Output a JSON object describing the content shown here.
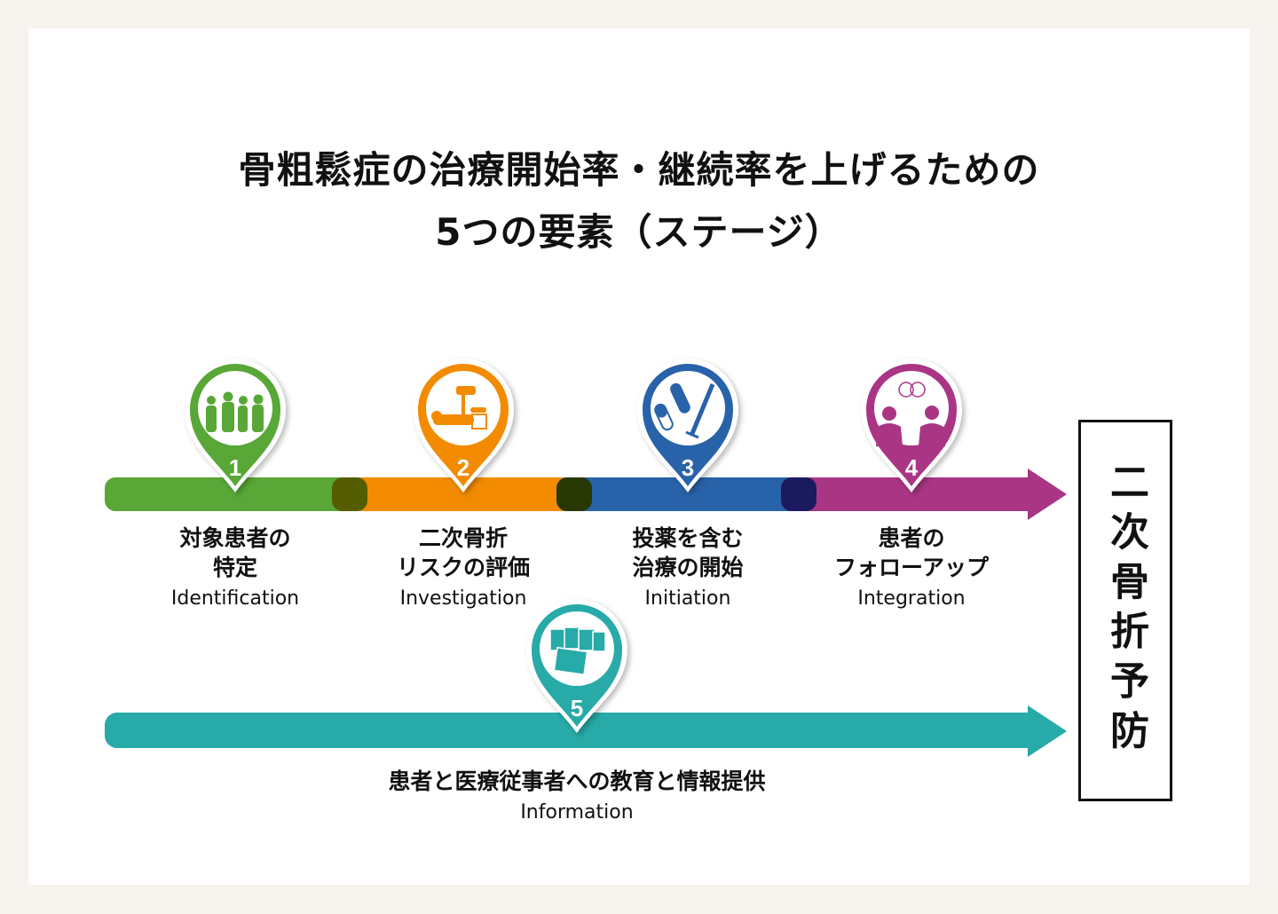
{
  "title": {
    "line1": "骨粗鬆症の治療開始率・継続率を上げるための",
    "line2": "5つの要素（ステージ）"
  },
  "colors": {
    "green": "#58a737",
    "orange": "#f28b00",
    "blue": "#2862a9",
    "magenta": "#a93584",
    "teal": "#27aaa8"
  },
  "stages": [
    {
      "number": "1",
      "jp1": "対象患者の",
      "jp2": "特定",
      "en": "Identification",
      "icon": "people-icon"
    },
    {
      "number": "2",
      "jp1": "二次骨折",
      "jp2": "リスクの評価",
      "en": "Investigation",
      "icon": "xray-scan-icon"
    },
    {
      "number": "3",
      "jp1": "投薬を含む",
      "jp2": "治療の開始",
      "en": "Initiation",
      "icon": "medicine-icon"
    },
    {
      "number": "4",
      "jp1": "患者の",
      "jp2": "フォローアップ",
      "en": "Integration",
      "icon": "conversation-icon"
    },
    {
      "number": "5",
      "jp1": "患者と医療従事者への教育と情報提供",
      "en": "Information",
      "icon": "leaflets-icon"
    }
  ],
  "goal": "二次骨折予防"
}
